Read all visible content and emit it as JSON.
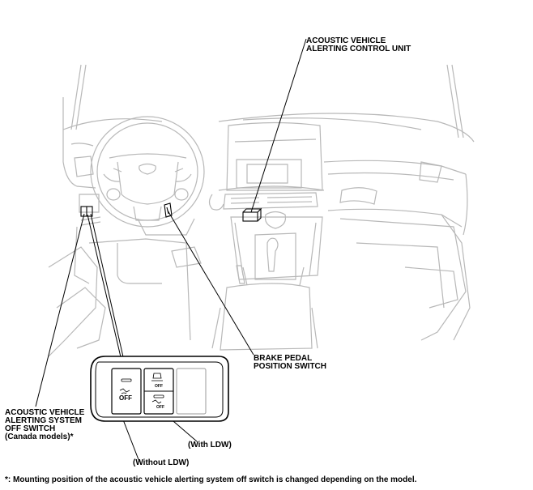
{
  "labels": {
    "control_unit": [
      "ACOUSTIC VEHICLE",
      "ALERTING CONTROL UNIT"
    ],
    "brake_switch": [
      "BRAKE PEDAL",
      "POSITION SWITCH"
    ],
    "off_switch": [
      "ACOUSTIC VEHICLE",
      "ALERTING SYSTEM",
      "OFF SWITCH",
      "(Canada models)*"
    ],
    "with_ldw": "(With LDW)",
    "without_ldw": "(Without LDW)",
    "switch_off_text": "OFF",
    "footnote": "*: Mounting position of the acoustic vehicle alerting system off switch is changed depending on the model."
  }
}
